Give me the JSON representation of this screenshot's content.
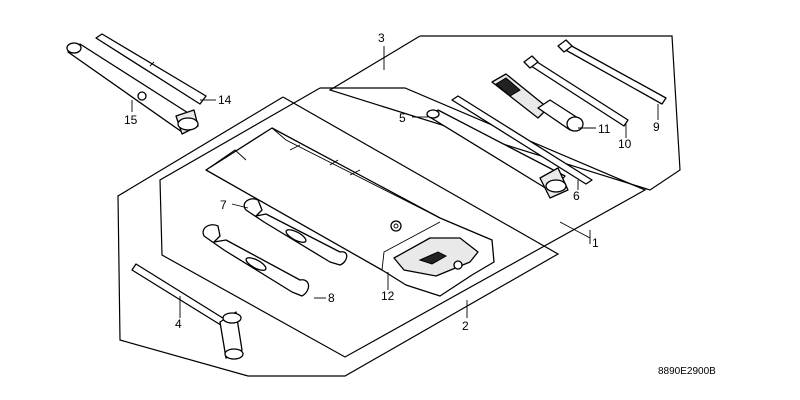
{
  "diagram": {
    "drawing_code": "8890E2900B",
    "callouts": [
      {
        "id": "c1",
        "text": "1"
      },
      {
        "id": "c2",
        "text": "2"
      },
      {
        "id": "c3",
        "text": "3"
      },
      {
        "id": "c4",
        "text": "4"
      },
      {
        "id": "c5",
        "text": "5"
      },
      {
        "id": "c6",
        "text": "6"
      },
      {
        "id": "c7",
        "text": "7"
      },
      {
        "id": "c8",
        "text": "8"
      },
      {
        "id": "c9",
        "text": "9"
      },
      {
        "id": "c10",
        "text": "10"
      },
      {
        "id": "c11",
        "text": "11"
      },
      {
        "id": "c12",
        "text": "12"
      },
      {
        "id": "c14",
        "text": "14"
      },
      {
        "id": "c15",
        "text": "15"
      }
    ],
    "colors": {
      "line": "#000000",
      "background": "#ffffff"
    }
  }
}
